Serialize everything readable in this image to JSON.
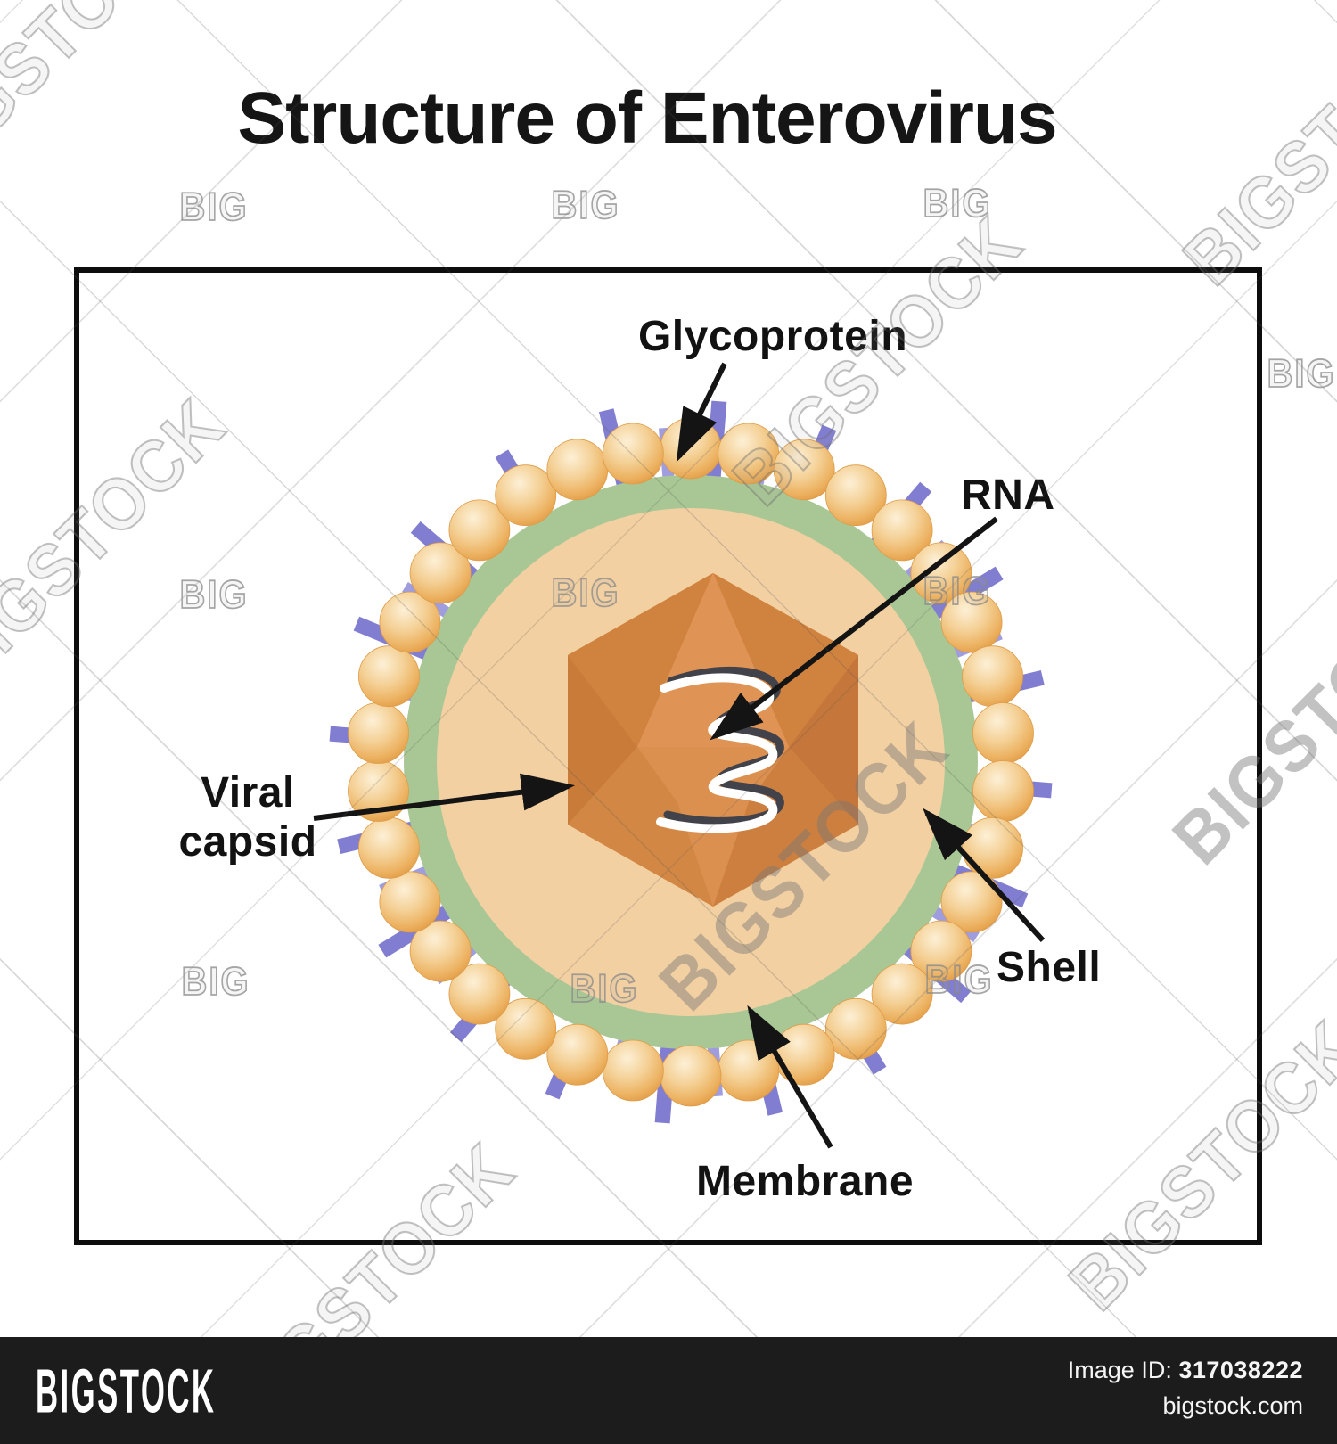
{
  "title": "Structure of Enterovirus",
  "diagram": {
    "labels": {
      "glycoprotein": "Glycoprotein",
      "rna": "RNA",
      "viral_capsid_line1": "Viral",
      "viral_capsid_line2": "capsid",
      "shell": "Shell",
      "membrane": "Membrane"
    },
    "colors": {
      "membrane-sphere": "#e8a854",
      "shell-green": "#a9c795",
      "envelope-inner": "#f2d0a2",
      "capsid-orange": "#dc9050",
      "capsid-dark": "#c5763a",
      "capsid-light": "#df9455",
      "glycoprotein-spike-dark": "#817ed1",
      "glycoprotein-spike-light": "#9f9ddd",
      "rna-white": "#ffffff",
      "arrow-black": "#141414",
      "footer-bar": "#1c1c1c",
      "watermark-gray": "#9b9b9b"
    }
  },
  "watermark": {
    "big": "BIG",
    "bigstock": "BIGSTOCK"
  },
  "footer": {
    "logo": "BIGSTOCK",
    "image_id_label": "Image ID:",
    "image_id": "317038222",
    "website": "bigstock.com"
  }
}
